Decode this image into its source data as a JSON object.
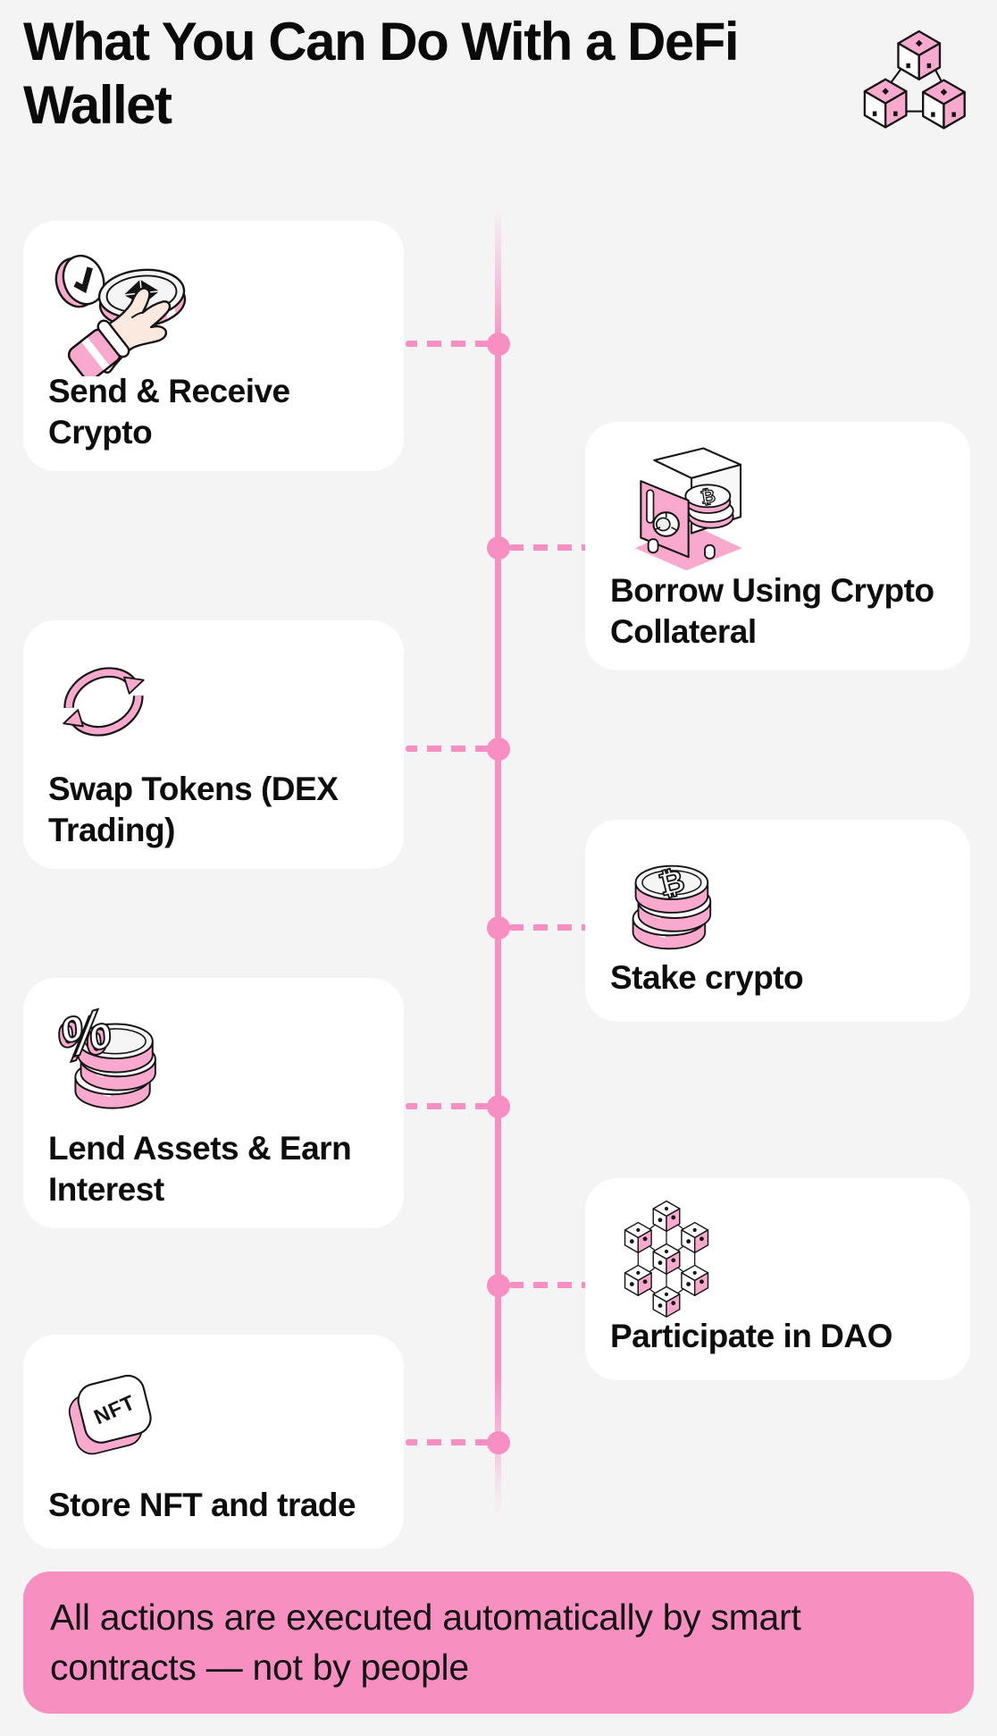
{
  "page": {
    "background": "#F5F4F5",
    "accent_pink": "#F78FC2",
    "icon_pink": "#F9A8CE",
    "card_background": "#FFFFFF",
    "text_color": "#0D0D0D"
  },
  "header": {
    "title": "What You Can Do With a DeFi Wallet",
    "icon": "blockchain-cubes-icon"
  },
  "cards": [
    {
      "id": "send-receive",
      "side": "left",
      "icon": "hand-coin-icon",
      "title": "Send & Receive Crypto"
    },
    {
      "id": "borrow",
      "side": "right",
      "icon": "crypto-safe-icon",
      "title": "Borrow Using Crypto Collateral"
    },
    {
      "id": "swap",
      "side": "left",
      "icon": "swap-arrows-icon",
      "title": "Swap Tokens (DEX Trading)"
    },
    {
      "id": "stake",
      "side": "right",
      "icon": "coin-stack-icon",
      "title": "Stake crypto"
    },
    {
      "id": "lend",
      "side": "left",
      "icon": "percent-coins-icon",
      "title": "Lend Assets & Earn Interest"
    },
    {
      "id": "dao",
      "side": "right",
      "icon": "dao-network-icon",
      "title": "Participate in DAO"
    },
    {
      "id": "nft",
      "side": "left",
      "icon": "nft-badge-icon",
      "title": "Store NFT and trade"
    }
  ],
  "icons": {
    "bitcoin_glyph": "₿",
    "percent_glyph": "%",
    "nft_label": "NFT"
  },
  "footer": {
    "note": "All actions are executed automatically by smart contracts — not by people"
  }
}
